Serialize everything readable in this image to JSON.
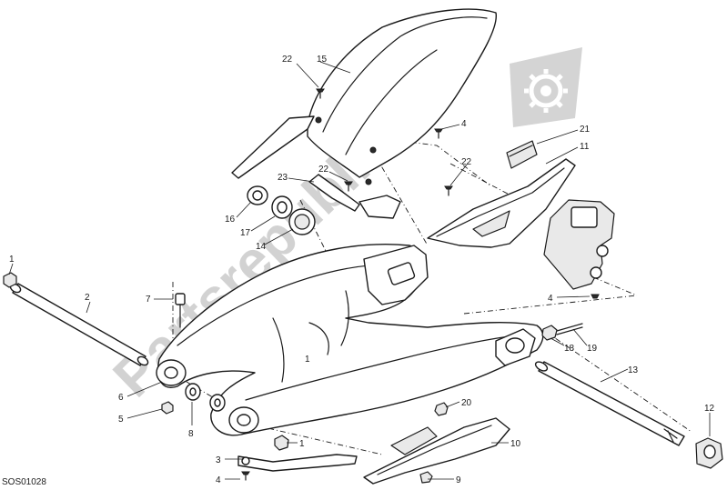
{
  "drawing_code": "SOS01028",
  "watermark_text": "Partsrepublik",
  "colors": {
    "line": "#1a1a1a",
    "watermark": "#c8c8c8",
    "background": "#ffffff"
  },
  "callouts": [
    {
      "id": "c1a",
      "label": "1"
    },
    {
      "id": "c2",
      "label": "2"
    },
    {
      "id": "c7",
      "label": "7"
    },
    {
      "id": "c6",
      "label": "6"
    },
    {
      "id": "c5",
      "label": "5"
    },
    {
      "id": "c8",
      "label": "8"
    },
    {
      "id": "c3",
      "label": "3"
    },
    {
      "id": "c4a",
      "label": "4"
    },
    {
      "id": "c1b",
      "label": "1"
    },
    {
      "id": "c9",
      "label": "9"
    },
    {
      "id": "c10",
      "label": "10"
    },
    {
      "id": "c20",
      "label": "20"
    },
    {
      "id": "c13",
      "label": "13"
    },
    {
      "id": "c12",
      "label": "12"
    },
    {
      "id": "c18",
      "label": "18"
    },
    {
      "id": "c19",
      "label": "19"
    },
    {
      "id": "c4b",
      "label": "4"
    },
    {
      "id": "c11",
      "label": "11"
    },
    {
      "id": "c21",
      "label": "21"
    },
    {
      "id": "c4c",
      "label": "4"
    },
    {
      "id": "c22a",
      "label": "22"
    },
    {
      "id": "c15",
      "label": "15"
    },
    {
      "id": "c22b",
      "label": "22"
    },
    {
      "id": "c23",
      "label": "23"
    },
    {
      "id": "c22c",
      "label": "22"
    },
    {
      "id": "c16",
      "label": "16"
    },
    {
      "id": "c17",
      "label": "17"
    },
    {
      "id": "c14",
      "label": "14"
    }
  ]
}
